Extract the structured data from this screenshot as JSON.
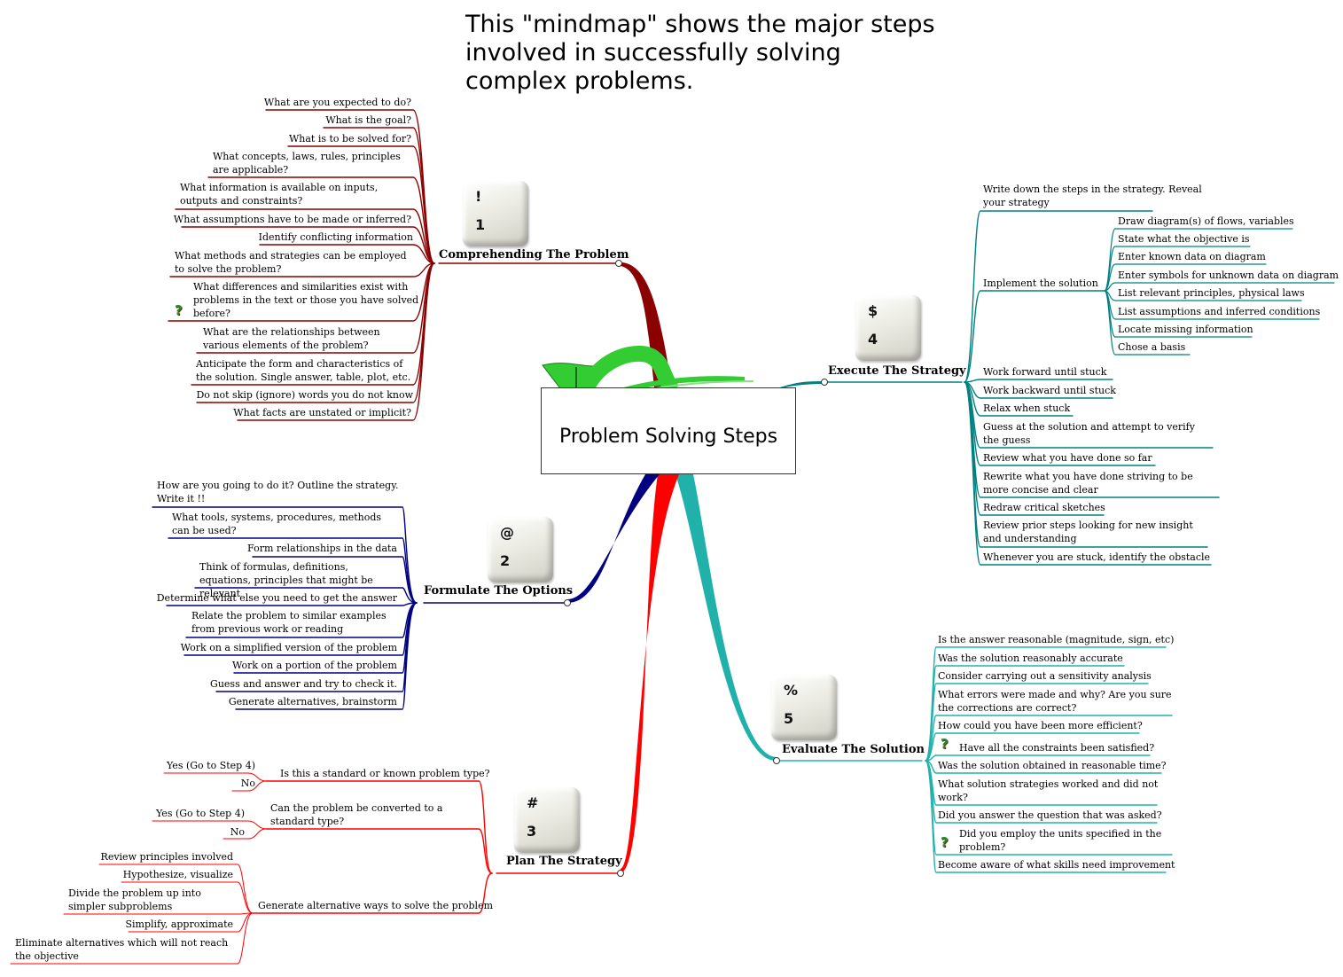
{
  "caption": {
    "line1": "This \"mindmap\" shows the major steps",
    "line2": "involved in successfully solving",
    "line3": "complex problems."
  },
  "center": {
    "title": "Problem Solving Steps"
  },
  "colors": {
    "comprehend": "#8b0000",
    "options": "#000080",
    "plan": "#ff0000",
    "execute": "#008080",
    "evaluate": "#20b2aa"
  },
  "branches": {
    "comprehend": {
      "title": "Comprehending The Problem",
      "key": {
        "symbol": "!",
        "number": "1"
      },
      "items": [
        "What are you expected to do?",
        "What is the goal?",
        "What is to be solved for?",
        "What concepts, laws, rules, principles are applicable?",
        "What information is available on inputs, outputs and constraints?",
        "What assumptions have to be made or inferred?",
        "Identify conflicting information",
        "What methods and strategies can be employed to solve the problem?",
        "What differences and similarities exist with problems in the text or those you have solved before?",
        "What are the relationships between various elements of the problem?",
        "Anticipate the form and characteristics of the solution.  Single answer, table, plot, etc.",
        "Do not skip (ignore) words you do not know",
        "What facts are unstated or implicit?"
      ]
    },
    "options": {
      "title": "Formulate The Options",
      "key": {
        "symbol": "@",
        "number": "2"
      },
      "items": [
        "How are you going to do it?  Outline the strategy. Write it !!",
        "What tools, systems, procedures, methods can be used?",
        "Form relationships in the data",
        "Think of formulas, definitions, equations, principles that might be relevant",
        "Determine what else you need to get the answer",
        "Relate the problem to similar examples from previous work or reading",
        "Work on a simplified version of the problem",
        "Work on a portion of the problem",
        "Guess and answer and try to check it.",
        "Generate alternatives, brainstorm"
      ]
    },
    "plan": {
      "title": "Plan The Strategy",
      "key": {
        "symbol": "#",
        "number": "3"
      },
      "q1": {
        "label": "Is this a standard or known problem type?",
        "yes": "Yes (Go to Step 4)",
        "no": "No"
      },
      "q2": {
        "label": "Can the problem be converted to a standard type?",
        "yes": "Yes (Go to Step 4)",
        "no": "No"
      },
      "q3": {
        "label": "Generate alternative ways to solve the problem",
        "items": [
          "Review principles involved",
          "Hypothesize, visualize",
          "Divide the problem up into simpler subproblems",
          "Simplify, approximate",
          "Eliminate alternatives which will not reach the objective"
        ]
      }
    },
    "execute": {
      "title": "Execute The Strategy",
      "key": {
        "symbol": "$",
        "number": "4"
      },
      "first": "Write down the steps in the strategy. Reveal your strategy",
      "implement": {
        "label": "Implement the solution",
        "items": [
          "Draw diagram(s) of flows, variables",
          "State what the objective is",
          "Enter known data on diagram",
          "Enter symbols for unknown data on diagram",
          "List relevant principles, physical laws",
          "List assumptions and inferred conditions",
          "Locate missing information",
          "Chose a basis"
        ]
      },
      "items": [
        "Work forward until stuck",
        "Work backward until stuck",
        "Relax when stuck",
        "Guess at the solution and attempt to verify the guess",
        "Review what you have done so far",
        "Rewrite what you have done striving to be more concise and clear",
        "Redraw critical sketches",
        "Review prior steps looking for new insight and understanding",
        "Whenever you are stuck, identify the obstacle"
      ]
    },
    "evaluate": {
      "title": "Evaluate The Solution",
      "key": {
        "symbol": "%",
        "number": "5"
      },
      "items": [
        "Is the answer reasonable (magnitude, sign, etc)",
        "Was the solution reasonably accurate",
        "Consider carrying out a sensitivity analysis",
        "What errors were made and why?  Are you sure the corrections are correct?",
        "How could you have been more efficient?",
        "Have all the constraints been satisfied?",
        "Was the solution obtained in reasonable time?",
        "What solution strategies worked and did not work?",
        "Did you answer the question that was asked?",
        "Did you employ the units specified in the problem?",
        "Become aware of what skills need improvement"
      ]
    }
  }
}
